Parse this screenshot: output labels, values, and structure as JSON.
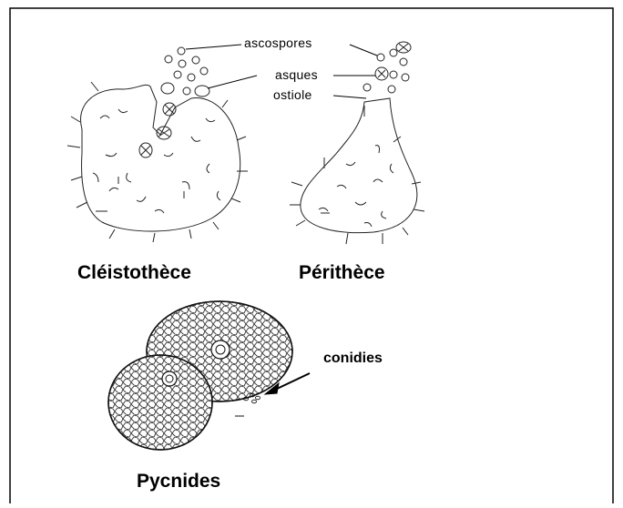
{
  "labels": {
    "ascospores": "ascospores",
    "asques": "asques",
    "ostiole": "ostiole",
    "cleistotheca": "Cléistothèce",
    "perithecium": "Périthèce",
    "conidia": "conidies",
    "pycnidia": "Pycnides"
  }
}
